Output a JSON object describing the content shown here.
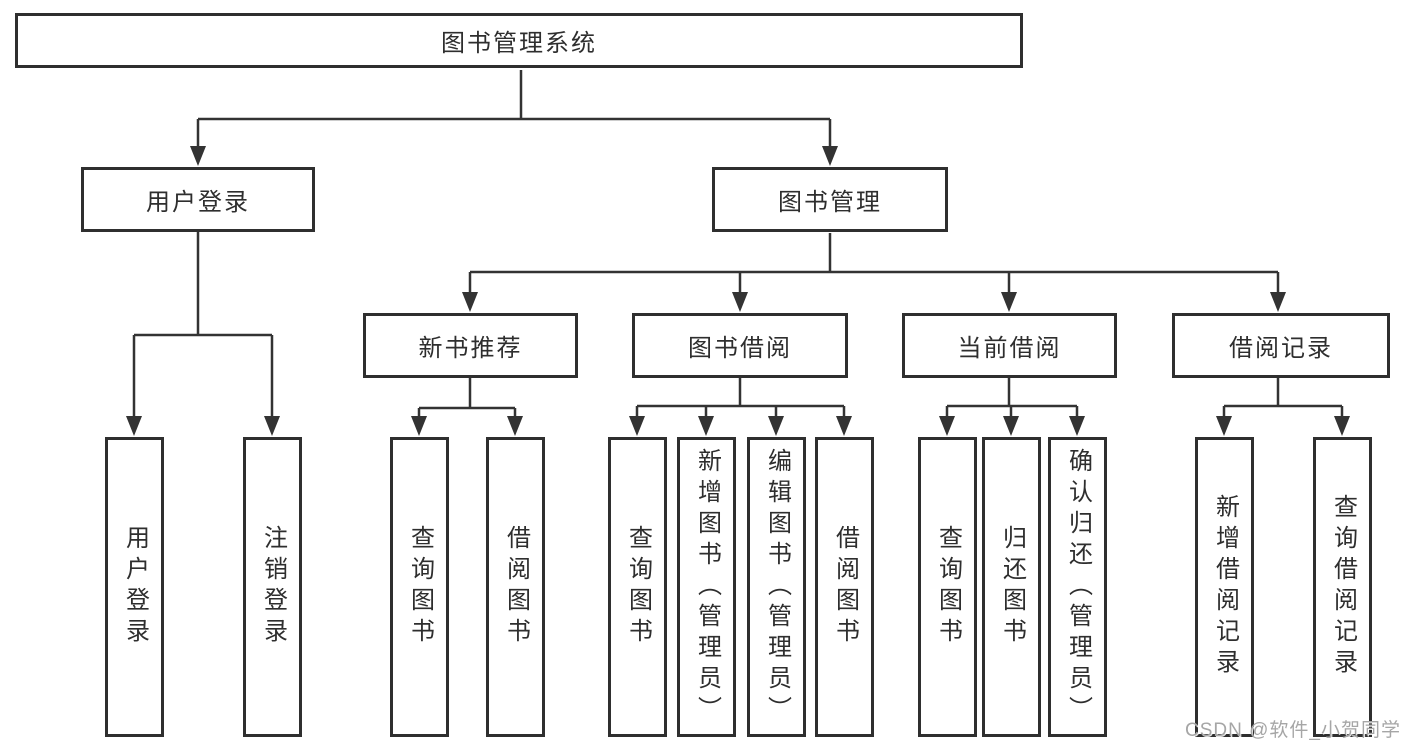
{
  "diagram": {
    "title": "图书管理系统",
    "level2": [
      {
        "label": "用户登录"
      },
      {
        "label": "图书管理"
      }
    ],
    "level3": [
      {
        "label": "新书推荐",
        "parent": "图书管理"
      },
      {
        "label": "图书借阅",
        "parent": "图书管理"
      },
      {
        "label": "当前借阅",
        "parent": "图书管理"
      },
      {
        "label": "借阅记录",
        "parent": "图书管理"
      }
    ],
    "leaves": [
      {
        "label": "用户登录",
        "parent": "用户登录"
      },
      {
        "label": "注销登录",
        "parent": "用户登录"
      },
      {
        "label": "查询图书",
        "parent": "新书推荐"
      },
      {
        "label": "借阅图书",
        "parent": "新书推荐"
      },
      {
        "label": "查询图书",
        "parent": "图书借阅"
      },
      {
        "label": "新增图书（管理员）",
        "parent": "图书借阅"
      },
      {
        "label": "编辑图书（管理员）",
        "parent": "图书借阅"
      },
      {
        "label": "借阅图书",
        "parent": "图书借阅"
      },
      {
        "label": "查询图书",
        "parent": "当前借阅"
      },
      {
        "label": "归还图书",
        "parent": "当前借阅"
      },
      {
        "label": "确认归还（管理员）",
        "parent": "当前借阅"
      },
      {
        "label": "新增借阅记录",
        "parent": "借阅记录"
      },
      {
        "label": "查询借阅记录",
        "parent": "借阅记录"
      }
    ]
  },
  "watermark": {
    "text": "CSDN @软件_小贺同学"
  },
  "colors": {
    "line": "#333333",
    "border": "#2f2f2f",
    "text": "#2e2e2e",
    "background": "#ffffff",
    "watermark": "#a6a6a6"
  }
}
